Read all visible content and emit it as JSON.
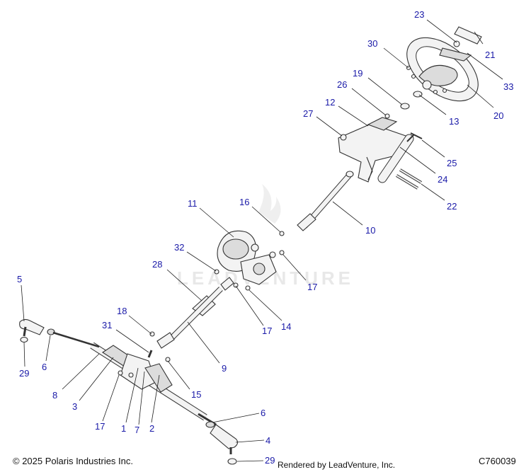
{
  "footer": {
    "copyright": "© 2025 Polaris Industries Inc.",
    "rendered_by": "Rendered by LeadVenture, Inc.",
    "diagram_code": "C760039"
  },
  "watermark": {
    "text": "LEADVENTURE"
  },
  "colors": {
    "callout": "#1a1aa8",
    "line": "#333333",
    "watermark": "#e6e6e6"
  },
  "callouts": {
    "c1": "1",
    "c2": "2",
    "c3": "3",
    "c4": "4",
    "c5": "5",
    "c6a": "6",
    "c6b": "6",
    "c7": "7",
    "c8": "8",
    "c9": "9",
    "c10": "10",
    "c11": "11",
    "c12": "12",
    "c13": "13",
    "c14": "14",
    "c15": "15",
    "c16": "16",
    "c17a": "17",
    "c17b": "17",
    "c17c": "17",
    "c18": "18",
    "c19": "19",
    "c20": "20",
    "c21": "21",
    "c22": "22",
    "c23": "23",
    "c24": "24",
    "c25": "25",
    "c26": "26",
    "c27": "27",
    "c28": "28",
    "c29a": "29",
    "c29b": "29",
    "c30": "30",
    "c31": "31",
    "c32": "32",
    "c33": "33"
  }
}
